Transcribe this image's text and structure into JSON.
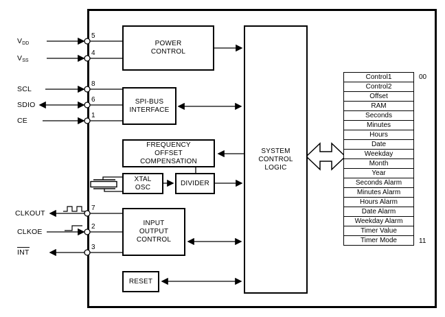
{
  "figure": {
    "type": "block-diagram",
    "description": "RTC chip internal block diagram with SPI-bus interface and register map"
  },
  "colors": {
    "line": "#000000",
    "background": "#ffffff"
  },
  "pins": {
    "vdd": {
      "text": "V",
      "sub": "DD",
      "number": "5"
    },
    "vss": {
      "text": "V",
      "sub": "SS",
      "number": "4"
    },
    "scl": {
      "text": "SCL",
      "number": "8"
    },
    "sdio": {
      "text": "SDIO",
      "number": "6"
    },
    "ce": {
      "text": "CE",
      "number": "1"
    },
    "clkout": {
      "text": "CLKOUT",
      "number": "7"
    },
    "clkoe": {
      "text": "CLKOE",
      "number": "2"
    },
    "int": {
      "text": "INT",
      "number": "3"
    }
  },
  "blocks": {
    "power_control": "POWER\nCONTROL",
    "spi_bus_interface": "SPI-BUS\nINTERFACE",
    "frequency_offset_compensation": "FREQUENCY\nOFFSET\nCOMPENSATION",
    "xtal_osc": "XTAL\nOSC",
    "divider": "DIVIDER",
    "system_control_logic": "SYSTEM\nCONTROL\nLOGIC",
    "input_output_control": "INPUT\nOUTPUT\nCONTROL",
    "reset": "RESET"
  },
  "registers": {
    "rows": [
      "Control1",
      "Control2",
      "Offset",
      "RAM",
      "Seconds",
      "Minutes",
      "Hours",
      "Date",
      "Weekday",
      "Month",
      "Year",
      "Seconds Alarm",
      "Minutes Alarm",
      "Hours Alarm",
      "Date Alarm",
      "Weekday Alarm",
      "Timer Value",
      "Timer Mode"
    ],
    "first_address": "00",
    "last_address": "11"
  }
}
